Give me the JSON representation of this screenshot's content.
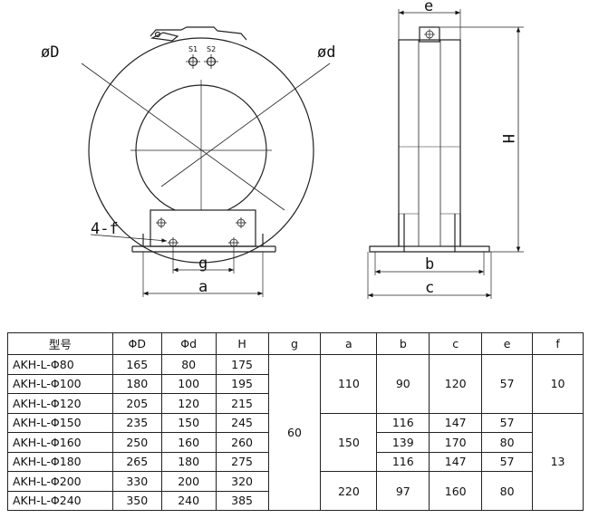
{
  "drawing": {
    "front_labels": {
      "od": "øD",
      "id": "ød",
      "holes": "4-f",
      "g": "g",
      "a": "a",
      "s1": "S1",
      "s2": "S2"
    },
    "side_labels": {
      "e": "e",
      "h": "H",
      "b": "b",
      "c": "c"
    }
  },
  "table": {
    "headers": [
      "型号",
      "ΦD",
      "Φd",
      "H",
      "g",
      "a",
      "b",
      "c",
      "e",
      "f"
    ],
    "rows": [
      {
        "model": "AKH-L-Φ80",
        "D": "165",
        "d": "80",
        "H": "175"
      },
      {
        "model": "AKH-L-Φ100",
        "D": "180",
        "d": "100",
        "H": "195"
      },
      {
        "model": "AKH-L-Φ120",
        "D": "205",
        "d": "120",
        "H": "215"
      },
      {
        "model": "AKH-L-Φ150",
        "D": "235",
        "d": "150",
        "H": "245"
      },
      {
        "model": "AKH-L-Φ160",
        "D": "250",
        "d": "160",
        "H": "260"
      },
      {
        "model": "AKH-L-Φ180",
        "D": "265",
        "d": "180",
        "H": "275"
      },
      {
        "model": "AKH-L-Φ200",
        "D": "330",
        "d": "200",
        "H": "320"
      },
      {
        "model": "AKH-L-Φ240",
        "D": "350",
        "d": "240",
        "H": "385"
      }
    ],
    "merged": {
      "g": "60",
      "a1": "110",
      "a2": "150",
      "a3": "220",
      "b1": "90",
      "b4": "116",
      "b5": "139",
      "b6": "116",
      "b7": "97",
      "c1": "120",
      "c4": "147",
      "c5": "170",
      "c6": "147",
      "c7": "160",
      "e1": "57",
      "e4": "57",
      "e5": "80",
      "e6": "57",
      "e7": "80",
      "f1": "10",
      "f2": "13"
    }
  }
}
